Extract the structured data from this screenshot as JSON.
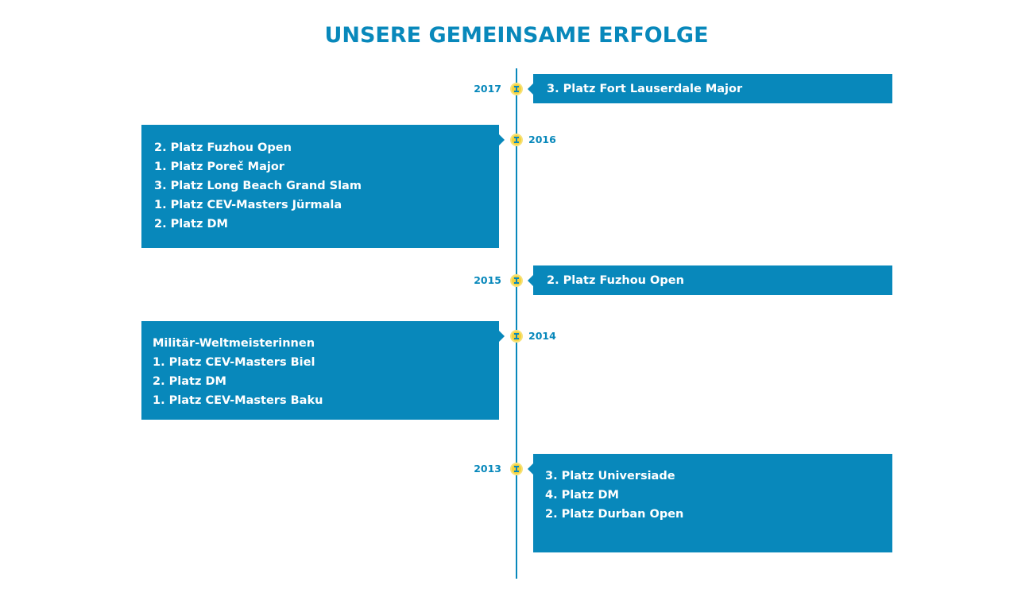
{
  "title": "UNSERE GEMEINSAME ERFOLGE",
  "colors": {
    "accent": "#0888bb",
    "marker": "#f3d23b",
    "background": "#ffffff",
    "box_text": "#ffffff"
  },
  "marker_icon": "trophy-icon",
  "timeline": [
    {
      "year": "2017",
      "side": "right",
      "entries": [
        "3. Platz Fort Lauserdale Major"
      ]
    },
    {
      "year": "2016",
      "side": "left",
      "entries": [
        "2. Platz Fuzhou Open",
        "1. Platz Poreč Major",
        "3. Platz Long Beach Grand Slam",
        "1. Platz CEV-Masters Jürmala",
        "2. Platz DM"
      ]
    },
    {
      "year": "2015",
      "side": "right",
      "entries": [
        "2. Platz Fuzhou Open"
      ]
    },
    {
      "year": "2014",
      "side": "left",
      "entries": [
        "Militär-Weltmeisterinnen",
        "1. Platz CEV-Masters Biel",
        "2. Platz DM",
        "1. Platz CEV-Masters Baku"
      ]
    },
    {
      "year": "2013",
      "side": "right",
      "entries": [
        "3. Platz Universiade",
        "4. Platz DM",
        "2. Platz Durban Open"
      ]
    }
  ]
}
